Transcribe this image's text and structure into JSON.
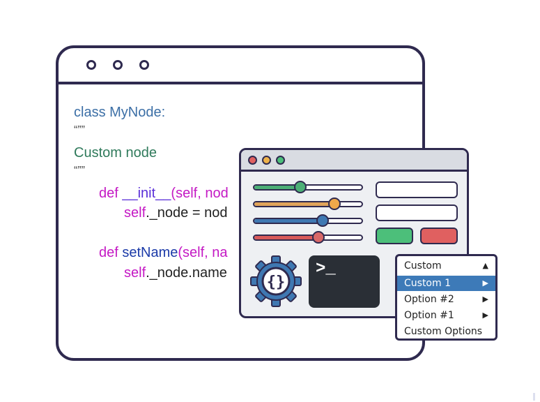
{
  "code": {
    "line1": "class MyNode:",
    "doc_open": "“””",
    "line2": "Custom node",
    "doc_close": "“””",
    "def1_kw": "def ",
    "def1_name": "__init__",
    "def1_args": "(self, nod",
    "body1_self": "self",
    "body1_rest": "._node = nod",
    "def2_kw": "def ",
    "def2_name": "setName",
    "def2_args": "(self, na",
    "body2_self": "self",
    "body2_rest": "._node.name"
  },
  "panel": {
    "sliders": [
      {
        "value": 0.42,
        "fill_color": "#4caf76",
        "knob_color": "#4caf76"
      },
      {
        "value": 0.73,
        "fill_color": "#e0a45a",
        "knob_color": "#f0a84a"
      },
      {
        "value": 0.62,
        "fill_color": "#3f78b2",
        "knob_color": "#3f78b2"
      },
      {
        "value": 0.58,
        "fill_color": "#d85a5a",
        "knob_color": "#d86868"
      }
    ],
    "confirm_color": "#4cbf7a",
    "cancel_color": "#e06060",
    "terminal_prompt": ">_",
    "gear_icon": "code-gear-icon"
  },
  "menu": {
    "header": "Custom",
    "items": [
      {
        "label": "Custom 1",
        "selected": true
      },
      {
        "label": "Option #2",
        "selected": false
      },
      {
        "label": "Option #1",
        "selected": false
      },
      {
        "label": "Custom Options",
        "selected": false
      }
    ],
    "header_arrow": "▲",
    "item_arrow": "▶"
  }
}
